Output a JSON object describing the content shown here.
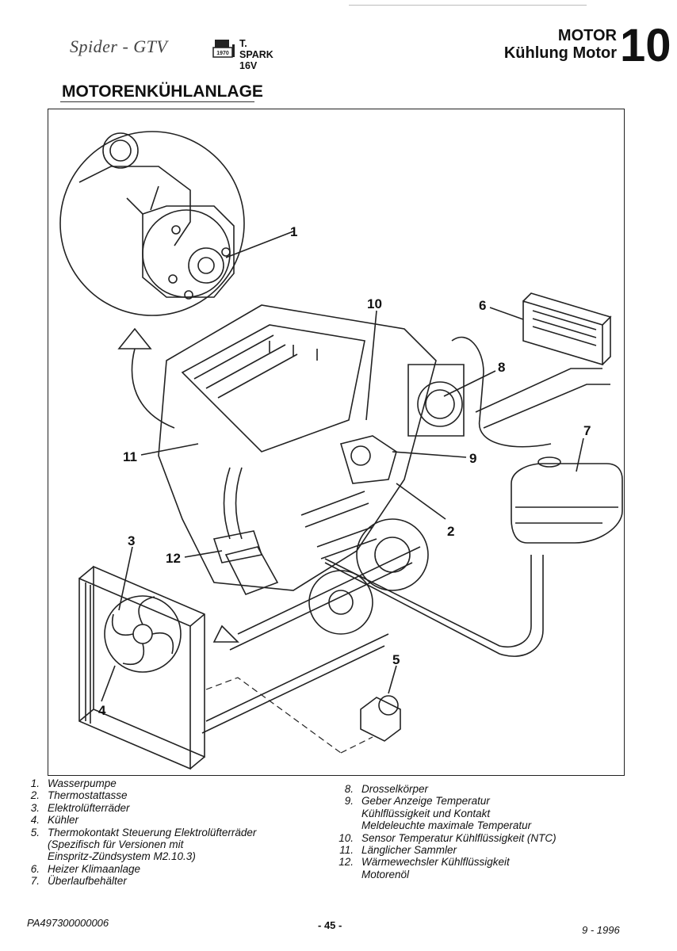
{
  "header": {
    "brand_logo": "Spider - GTV",
    "badge_year": "1970",
    "engine_line1": "T. SPARK",
    "engine_line2": "16V",
    "section": "MOTOR",
    "subsection": "Kühlung Motor",
    "chapter_number": "10"
  },
  "title": "MOTORENKÜHLANLAGE",
  "diagram": {
    "callouts": [
      "1",
      "2",
      "3",
      "4",
      "5",
      "6",
      "7",
      "8",
      "9",
      "10",
      "11",
      "12"
    ]
  },
  "legend_left": [
    {
      "num": "1.",
      "text": "Wasserpumpe"
    },
    {
      "num": "2.",
      "text": "Thermostattasse"
    },
    {
      "num": "3.",
      "text": "Elektrolüfterräder"
    },
    {
      "num": "4.",
      "text": "Kühler"
    },
    {
      "num": "5.",
      "text": "Thermokontakt Steuerung Elektrolüfterräder"
    },
    {
      "num": "",
      "text": "(Spezifisch für Versionen mit"
    },
    {
      "num": "",
      "text": "Einspritz-Zündsystem M2.10.3)"
    },
    {
      "num": "6.",
      "text": "Heizer Klimaanlage"
    },
    {
      "num": "7.",
      "text": "Überlaufbehälter"
    }
  ],
  "legend_right": [
    {
      "num": "8.",
      "text": "Drosselkörper"
    },
    {
      "num": "9.",
      "text": "Geber Anzeige Temperatur"
    },
    {
      "num": "",
      "text": "Kühlflüssigkeit und Kontakt"
    },
    {
      "num": "",
      "text": "Meldeleuchte maximale Temperatur"
    },
    {
      "num": "10.",
      "text": "Sensor Temperatur Kühlflüssigkeit (NTC)"
    },
    {
      "num": "11.",
      "text": "Länglicher Sammler"
    },
    {
      "num": "12.",
      "text": "Wärmewechsler Kühlflüssigkeit"
    },
    {
      "num": "",
      "text": "Motorenöl"
    }
  ],
  "footer": {
    "doc_code": "PA497300000006",
    "page": "- 45 -",
    "date": "9 - 1996"
  }
}
